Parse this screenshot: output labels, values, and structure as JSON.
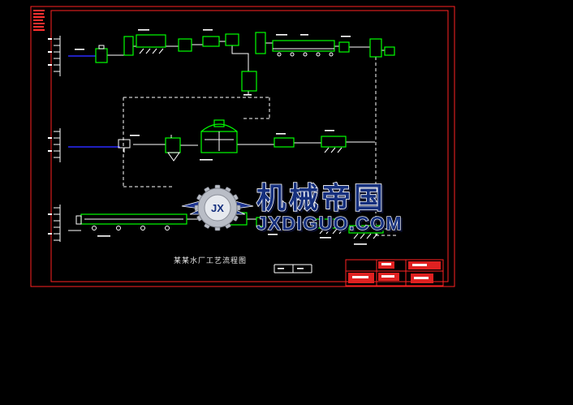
{
  "colors": {
    "background": "#000000",
    "frame_red": "#ff2222",
    "equipment_green": "#00ff00",
    "pipe_white": "#ffffff",
    "flow_blue": "#2a2aff",
    "watermark_navy": "#16307e",
    "gear_silver": "#b9bdc6",
    "titleblock_red": "#e02121"
  },
  "watermark": {
    "logo_text": "JX",
    "title": "机械帝国",
    "domain": "JXDIGUO.COM"
  },
  "drawing": {
    "caption": "某某水厂工艺流程图"
  }
}
